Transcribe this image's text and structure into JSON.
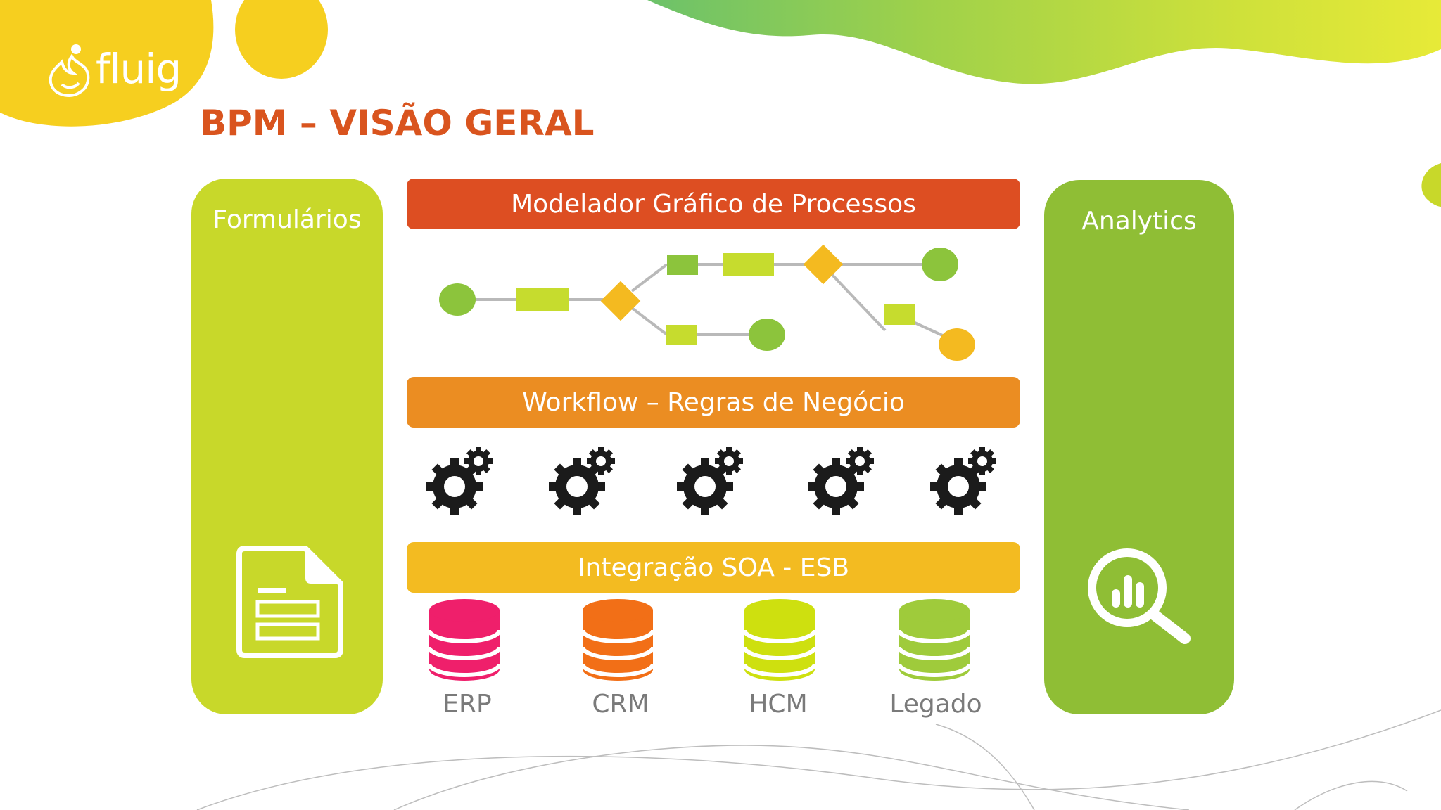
{
  "title": "BPM – VISÃO GERAL",
  "logo": {
    "text": "fluig"
  },
  "panels": {
    "left": {
      "label": "Formulários",
      "icon": "form-document-icon"
    },
    "right": {
      "label": "Analytics",
      "icon": "analytics-magnifier-icon"
    }
  },
  "layers": {
    "modelador": "Modelador Gráfico de Processos",
    "workflow": "Workflow – Regras de Negócio",
    "integracao": "Integração SOA - ESB"
  },
  "gears": {
    "count": 5,
    "icon": "gears-icon"
  },
  "databases": [
    {
      "label": "ERP",
      "color": "#ef1f6b"
    },
    {
      "label": "CRM",
      "color": "#f26f17"
    },
    {
      "label": "HCM",
      "color": "#cee00f"
    },
    {
      "label": "Legado",
      "color": "#9fcb3b"
    }
  ],
  "colors": {
    "title": "#d9541e",
    "modelador_bar": "#dd4e22",
    "workflow_bar": "#eb8d22",
    "integracao_bar": "#f3bb21",
    "panel_left": "#c8d82a",
    "panel_right": "#8fbe35",
    "flow_green": "#8cc43c",
    "flow_lime": "#c6dc2e",
    "flow_gold": "#f4ba20"
  }
}
